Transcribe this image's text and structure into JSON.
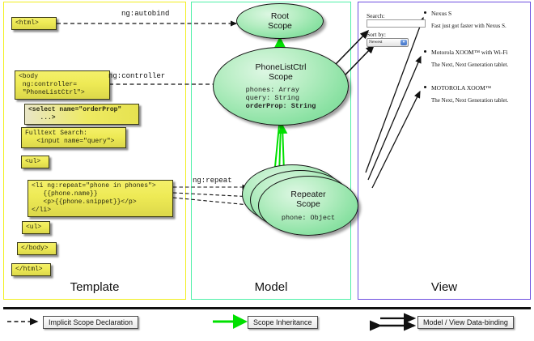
{
  "diagram": {
    "title": "AngularJS Template / Model / View scope data-binding diagram",
    "columns": [
      {
        "id": "template",
        "label": "Template",
        "border_color": "#f2ef1f"
      },
      {
        "id": "model",
        "label": "Model",
        "border_color": "#4ff0a8"
      },
      {
        "id": "view",
        "label": "View",
        "border_color": "#6d4fe0"
      }
    ]
  },
  "template": {
    "boxes": [
      {
        "id": "html-open",
        "text": "<html>"
      },
      {
        "id": "body-open",
        "text": "<body\n ng:controller=\n \"PhoneListCtrl\">"
      },
      {
        "id": "select",
        "text": "<select name=\"orderProp\"\n   ...>"
      },
      {
        "id": "fulltext",
        "text": "Fulltext Search:\n   <input name=\"query\">"
      },
      {
        "id": "ul-open",
        "text": "<ul>"
      },
      {
        "id": "li-repeat",
        "text": "<li ng:repeat=\"phone in phones\">\n   {{phone.name}}\n   <p>{{phone.snippet}}</p>\n</li>"
      },
      {
        "id": "ul-close",
        "text": "<ul>"
      },
      {
        "id": "body-close",
        "text": "</body>"
      },
      {
        "id": "html-close",
        "text": "</html>"
      }
    ]
  },
  "model": {
    "scopes": [
      {
        "id": "root-scope",
        "title": "Root\nScope",
        "props": []
      },
      {
        "id": "phonelist-scope",
        "title": "PhoneListCtrl\nScope",
        "props": [
          "phones: Array",
          "query: String",
          "orderProp: String"
        ],
        "bold_props": [
          "orderProp: String"
        ]
      },
      {
        "id": "repeater-scope",
        "title": "Repeater\nScope",
        "props": [
          "phone: Object"
        ]
      }
    ]
  },
  "connectors": {
    "labels": [
      {
        "id": "ng-autobind",
        "text": "ng:autobind"
      },
      {
        "id": "ng-controller",
        "text": "ng:controller"
      },
      {
        "id": "ng-repeat",
        "text": "ng:repeat"
      }
    ]
  },
  "view": {
    "search_label": "Search:",
    "search_value": "",
    "sort_label": "Sort by:",
    "sort_selected": "Newest",
    "phones": [
      {
        "name": "Nexus S",
        "snippet": "Fast just got faster with Nexus S."
      },
      {
        "name": "Motorola XOOM™  with Wi-Fi",
        "snippet": "The Next, Next Generation tablet."
      },
      {
        "name": "MOTOROLA XOOM™",
        "snippet": "The Next, Next Generation tablet."
      }
    ]
  },
  "legend": {
    "items": [
      {
        "id": "implicit-scope-declaration",
        "label": "Implicit Scope Declaration",
        "style": "dashed-arrow",
        "color": "#111111"
      },
      {
        "id": "scope-inheritance",
        "label": "Scope Inheritance",
        "style": "solid-arrow",
        "color": "#00e000"
      },
      {
        "id": "model-view-data-binding",
        "label": "Model / View Data-binding",
        "style": "double-arrow",
        "color": "#111111"
      }
    ]
  }
}
